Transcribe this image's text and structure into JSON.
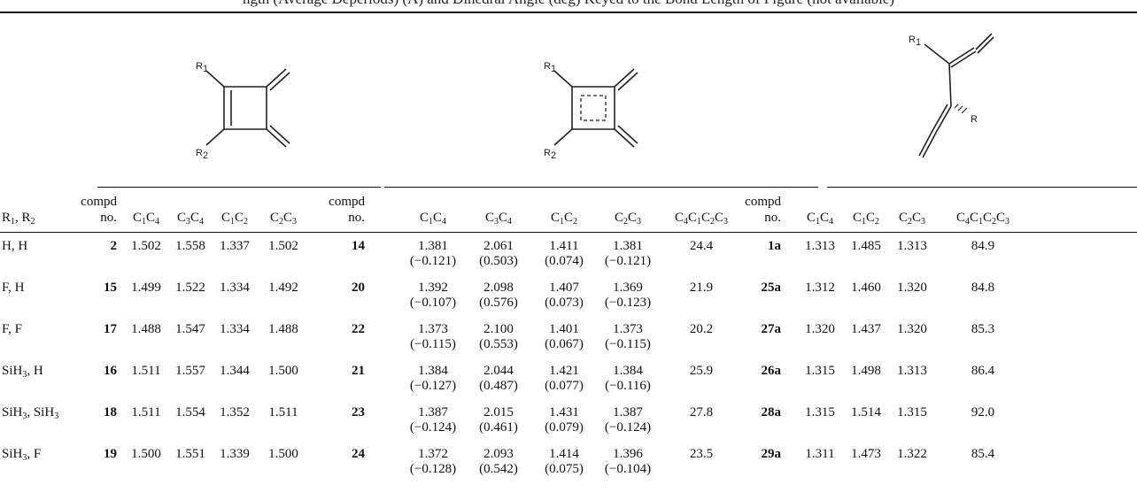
{
  "caption": "ngth (Average Deperiods) (Å) and Dihedral Angle (deg) Keyed to the Bond Length of Figure (not available)",
  "structures": {
    "left": {
      "r1": "R",
      "r1s": "1",
      "r2": "R",
      "r2s": "2"
    },
    "middle": {
      "r1": "R",
      "r1s": "1",
      "r2": "R",
      "r2s": "2"
    },
    "right": {
      "r1": "R",
      "r1s": "1",
      "r": "R"
    }
  },
  "headers": {
    "substituents": "R1, R2",
    "compd": "compd",
    "no": "no.",
    "g1": [
      "C1C4",
      "C3C4",
      "C1C2",
      "C2C3"
    ],
    "g2": [
      "C1C4",
      "C3C4",
      "C1C2",
      "C2C3",
      "C4C1C2C3"
    ],
    "g3": [
      "C1C4",
      "C1C2",
      "C2C3",
      "C4C1C2C3"
    ]
  },
  "rows": [
    {
      "subst": "H, H",
      "no1": "2",
      "g1": [
        "1.502",
        "1.558",
        "1.337",
        "1.502"
      ],
      "no2": "14",
      "g2": [
        "1.381",
        "2.061",
        "1.411",
        "1.381"
      ],
      "g2d": [
        "(−0.121)",
        "(0.503)",
        "(0.074)",
        "(−0.121)"
      ],
      "g2angle": "24.4",
      "no3": "1a",
      "g3": [
        "1.313",
        "1.485",
        "1.313",
        "84.9"
      ]
    },
    {
      "subst": "F, H",
      "no1": "15",
      "g1": [
        "1.499",
        "1.522",
        "1.334",
        "1.492"
      ],
      "no2": "20",
      "g2": [
        "1.392",
        "2.098",
        "1.407",
        "1.369"
      ],
      "g2d": [
        "(−0.107)",
        "(0.576)",
        "(0.073)",
        "(−0.123)"
      ],
      "g2angle": "21.9",
      "no3": "25a",
      "g3": [
        "1.312",
        "1.460",
        "1.320",
        "84.8"
      ]
    },
    {
      "subst": "F, F",
      "no1": "17",
      "g1": [
        "1.488",
        "1.547",
        "1.334",
        "1.488"
      ],
      "no2": "22",
      "g2": [
        "1.373",
        "2.100",
        "1.401",
        "1.373"
      ],
      "g2d": [
        "(−0.115)",
        "(0.553)",
        "(0.067)",
        "(−0.115)"
      ],
      "g2angle": "20.2",
      "no3": "27a",
      "g3": [
        "1.320",
        "1.437",
        "1.320",
        "85.3"
      ]
    },
    {
      "subst": "SiH3, H",
      "no1": "16",
      "g1": [
        "1.511",
        "1.557",
        "1.344",
        "1.500"
      ],
      "no2": "21",
      "g2": [
        "1.384",
        "2.044",
        "1.421",
        "1.384"
      ],
      "g2d": [
        "(−0.127)",
        "(0.487)",
        "(0.077)",
        "(−0.116)"
      ],
      "g2angle": "25.9",
      "no3": "26a",
      "g3": [
        "1.315",
        "1.498",
        "1.313",
        "86.4"
      ]
    },
    {
      "subst": "SiH3, SiH3",
      "no1": "18",
      "g1": [
        "1.511",
        "1.554",
        "1.352",
        "1.511"
      ],
      "no2": "23",
      "g2": [
        "1.387",
        "2.015",
        "1.431",
        "1.387"
      ],
      "g2d": [
        "(−0.124)",
        "(0.461)",
        "(0.079)",
        "(−0.124)"
      ],
      "g2angle": "27.8",
      "no3": "28a",
      "g3": [
        "1.315",
        "1.514",
        "1.315",
        "92.0"
      ]
    },
    {
      "subst": "SiH3, F",
      "no1": "19",
      "g1": [
        "1.500",
        "1.551",
        "1.339",
        "1.500"
      ],
      "no2": "24",
      "g2": [
        "1.372",
        "2.093",
        "1.414",
        "1.396"
      ],
      "g2d": [
        "(−0.128)",
        "(0.542)",
        "(0.075)",
        "(−0.104)"
      ],
      "g2angle": "23.5",
      "no3": "29a",
      "g3": [
        "1.311",
        "1.473",
        "1.322",
        "85.4"
      ]
    }
  ]
}
